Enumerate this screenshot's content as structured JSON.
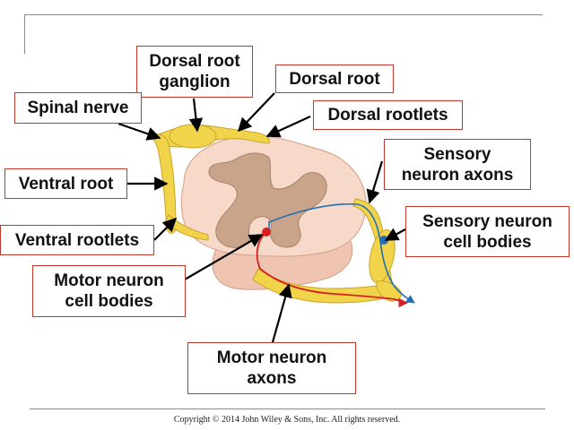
{
  "labels": {
    "spinal_nerve": "Spinal nerve",
    "dorsal_root_ganglion": "Dorsal root\nganglion",
    "dorsal_root": "Dorsal root",
    "dorsal_rootlets": "Dorsal rootlets",
    "sensory_neuron_axons": "Sensory\nneuron axons",
    "sensory_neuron_cell_bodies": "Sensory neuron\ncell bodies",
    "ventral_root": "Ventral root",
    "ventral_rootlets": "Ventral rootlets",
    "motor_neuron_cell_bodies": "Motor neuron\ncell bodies",
    "motor_neuron_axons": "Motor neuron\naxons"
  },
  "footer": {
    "copyright": "Copyright © 2014 John Wiley & Sons, Inc. All rights reserved."
  },
  "colors": {
    "label_border": "#c0392b",
    "white_matter": "#f6d9c9",
    "gray_matter": "#c9a48a",
    "nerve": "#f2d44a",
    "sensory_axon": "#1e6fb8",
    "motor_axon": "#d62020"
  }
}
